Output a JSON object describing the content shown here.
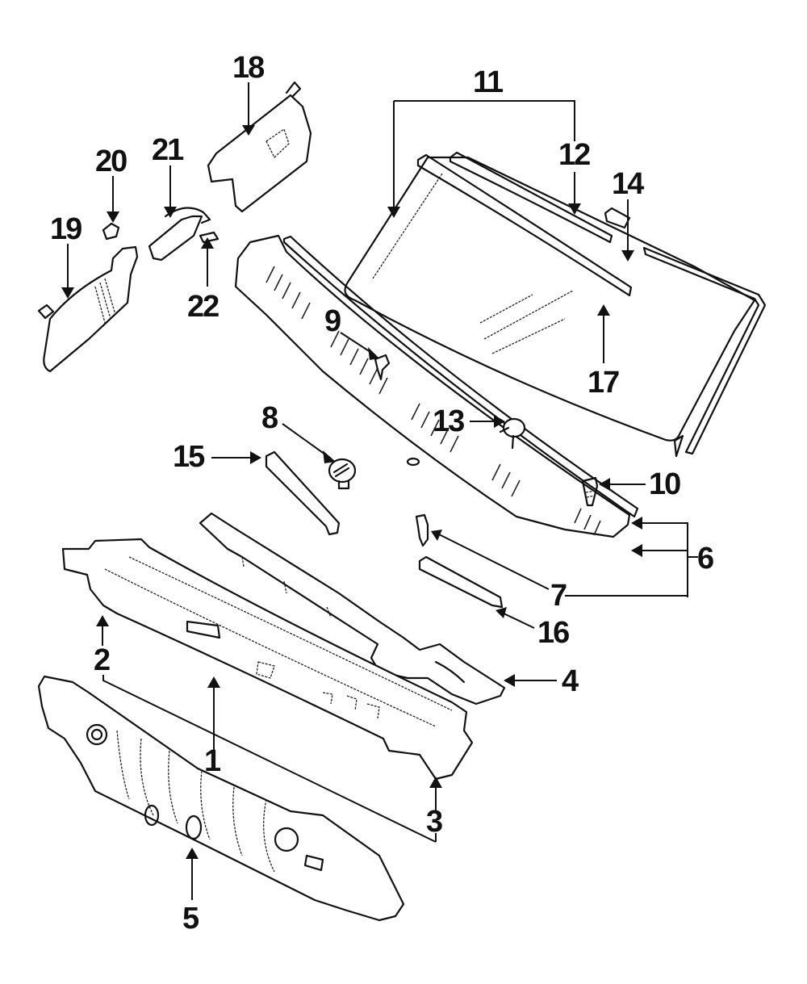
{
  "diagram": {
    "title": "Windshield / Cowl / Dash Panel Exploded View",
    "callouts": [
      {
        "id": "1",
        "label": "1",
        "part": "cowl-panel"
      },
      {
        "id": "2",
        "label": "2",
        "part": "cowl-side-bracket-left"
      },
      {
        "id": "3",
        "label": "3",
        "part": "cowl-side-bracket-right"
      },
      {
        "id": "4",
        "label": "4",
        "part": "cowl-reinforcement"
      },
      {
        "id": "5",
        "label": "5",
        "part": "dash-panel"
      },
      {
        "id": "6",
        "label": "6",
        "part": "cowl-grille"
      },
      {
        "id": "7",
        "label": "7",
        "part": "grille-clip"
      },
      {
        "id": "8",
        "label": "8",
        "part": "cap"
      },
      {
        "id": "9",
        "label": "9",
        "part": "clip"
      },
      {
        "id": "10",
        "label": "10",
        "part": "screw"
      },
      {
        "id": "11",
        "label": "11",
        "part": "windshield"
      },
      {
        "id": "12",
        "label": "12",
        "part": "spacer"
      },
      {
        "id": "13",
        "label": "13",
        "part": "cap"
      },
      {
        "id": "14",
        "label": "14",
        "part": "side-molding"
      },
      {
        "id": "15",
        "label": "15",
        "part": "seal-left"
      },
      {
        "id": "16",
        "label": "16",
        "part": "seal-right"
      },
      {
        "id": "17",
        "label": "17",
        "part": "upper-molding"
      },
      {
        "id": "18",
        "label": "18",
        "part": "sun-visor-right"
      },
      {
        "id": "19",
        "label": "19",
        "part": "sun-visor-left"
      },
      {
        "id": "20",
        "label": "20",
        "part": "visor-holder"
      },
      {
        "id": "21",
        "label": "21",
        "part": "rear-view-mirror"
      },
      {
        "id": "22",
        "label": "22",
        "part": "mirror-bracket"
      }
    ]
  }
}
